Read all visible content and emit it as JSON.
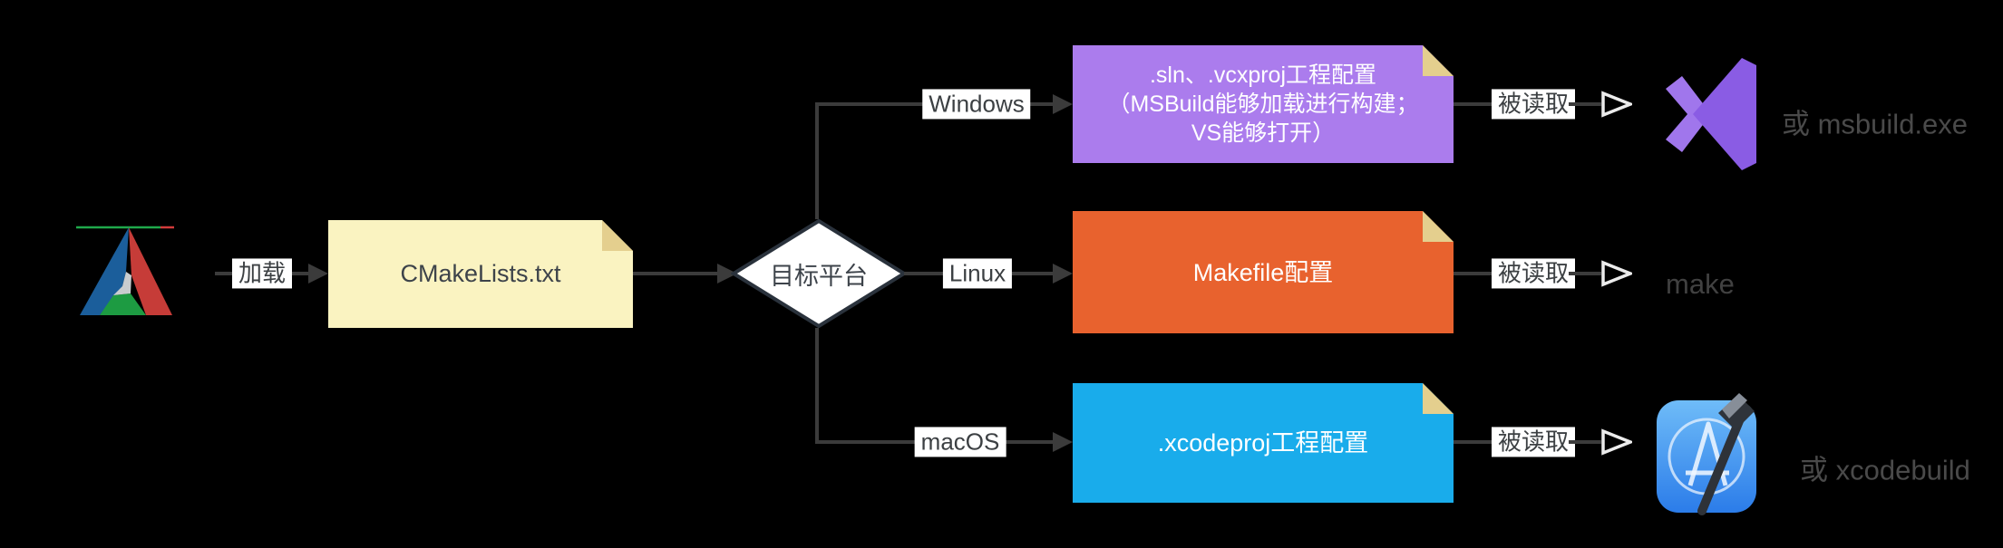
{
  "diagram": {
    "background": "#000000",
    "edge_labels": {
      "load": "加载",
      "read": "被读取"
    },
    "source_node": {
      "label": "CMakeLists.txt",
      "fill": "#faf3c1",
      "fold": "#e4cf8e"
    },
    "decision_node": {
      "label": "目标平台",
      "fill": "#ffffff",
      "border": "#2a323c"
    },
    "branches": {
      "windows": {
        "condition": "Windows",
        "box_lines": [
          ".sln、.vcxproj工程配置",
          "（MSBuild能够加载进行构建；",
          "VS能够打开）"
        ],
        "box_color": "#ab7ced",
        "tool_icon": "visual-studio-icon",
        "tool_text": "或 msbuild.exe"
      },
      "linux": {
        "condition": "Linux",
        "box_lines": [
          "Makefile配置"
        ],
        "box_color": "#e8622e",
        "tool_icon": "",
        "tool_text": "make"
      },
      "macos": {
        "condition": "macOS",
        "box_lines": [
          ".xcodeproj工程配置"
        ],
        "box_color": "#19aceb",
        "tool_icon": "xcode-icon",
        "tool_text": "或 xcodebuild"
      }
    },
    "colors": {
      "connector": "#3b3b3b",
      "label_bg": "#ffffff",
      "label_text": "#3c4043",
      "tool_text": "#4a4a4a",
      "box_text": "#ffffff",
      "cmake_blue": "#1b5e9b",
      "cmake_red": "#c63c38",
      "cmake_green": "#1d9b42",
      "vs_purple": "#8a5ce4",
      "xcode_blue": "#2b7ce9"
    }
  }
}
